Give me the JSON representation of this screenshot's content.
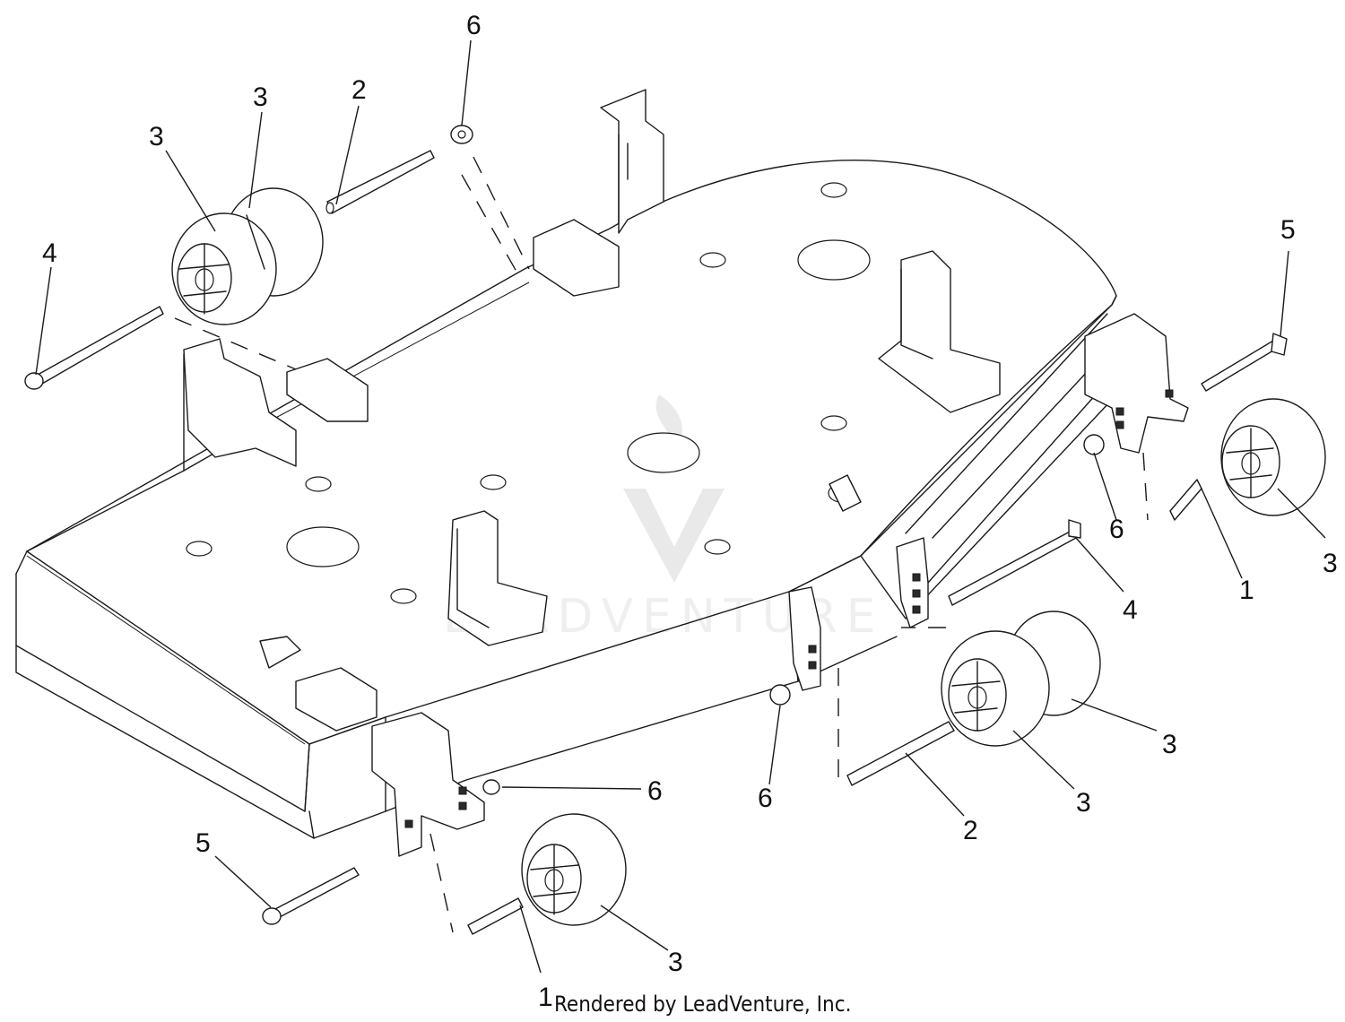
{
  "callouts": {
    "c1": "6",
    "c2": "3",
    "c3": "2",
    "c4": "3",
    "c5": "4",
    "c6": "5",
    "c7": "6",
    "c8": "1",
    "c9": "3",
    "c10": "4",
    "c11": "3",
    "c12": "6",
    "c13": "6",
    "c14": "3",
    "c15": "2",
    "c16": "5",
    "c17": "3",
    "c18": "1"
  },
  "credit": "Rendered by LeadVenture, Inc.",
  "watermark": {
    "text": "LEADVENTURE",
    "color": "#d8d8d8"
  }
}
